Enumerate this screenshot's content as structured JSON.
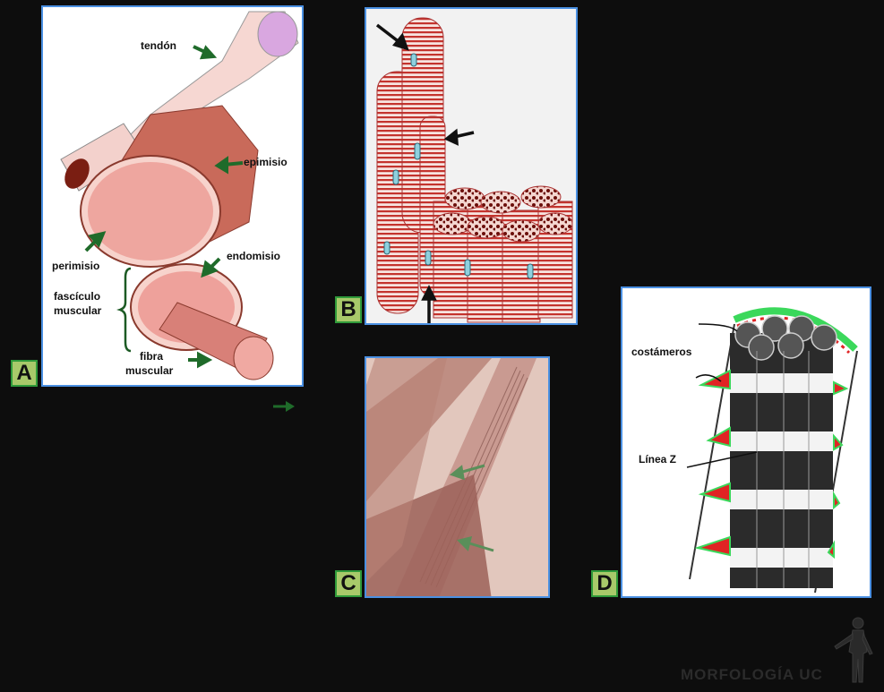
{
  "panels": {
    "A": {
      "tag": "A",
      "labels": {
        "tendon": "tendón",
        "epimisio": "epimisio",
        "perimisio": "perimisio",
        "endomisio": "endomisio",
        "fasciculo_1": "fascículo",
        "fasciculo_2": "muscular",
        "fibra_1": "fibra",
        "fibra_2": "muscular"
      }
    },
    "B": {
      "tag": "B"
    },
    "C": {
      "tag": "C"
    },
    "D": {
      "tag": "D",
      "labels": {
        "costameros": "costámeros",
        "linea_z": "Línea  Z"
      }
    }
  },
  "footer": {
    "brand": "MORFOLOGÍA UC",
    "figure": "human-anatomy-figure-icon"
  },
  "colors": {
    "frame": "#4a90e2",
    "tag_fill": "#a8c96a",
    "tag_border": "#2f9a3a",
    "arrow": "#1f6b2a",
    "background": "#0d0d0d"
  }
}
